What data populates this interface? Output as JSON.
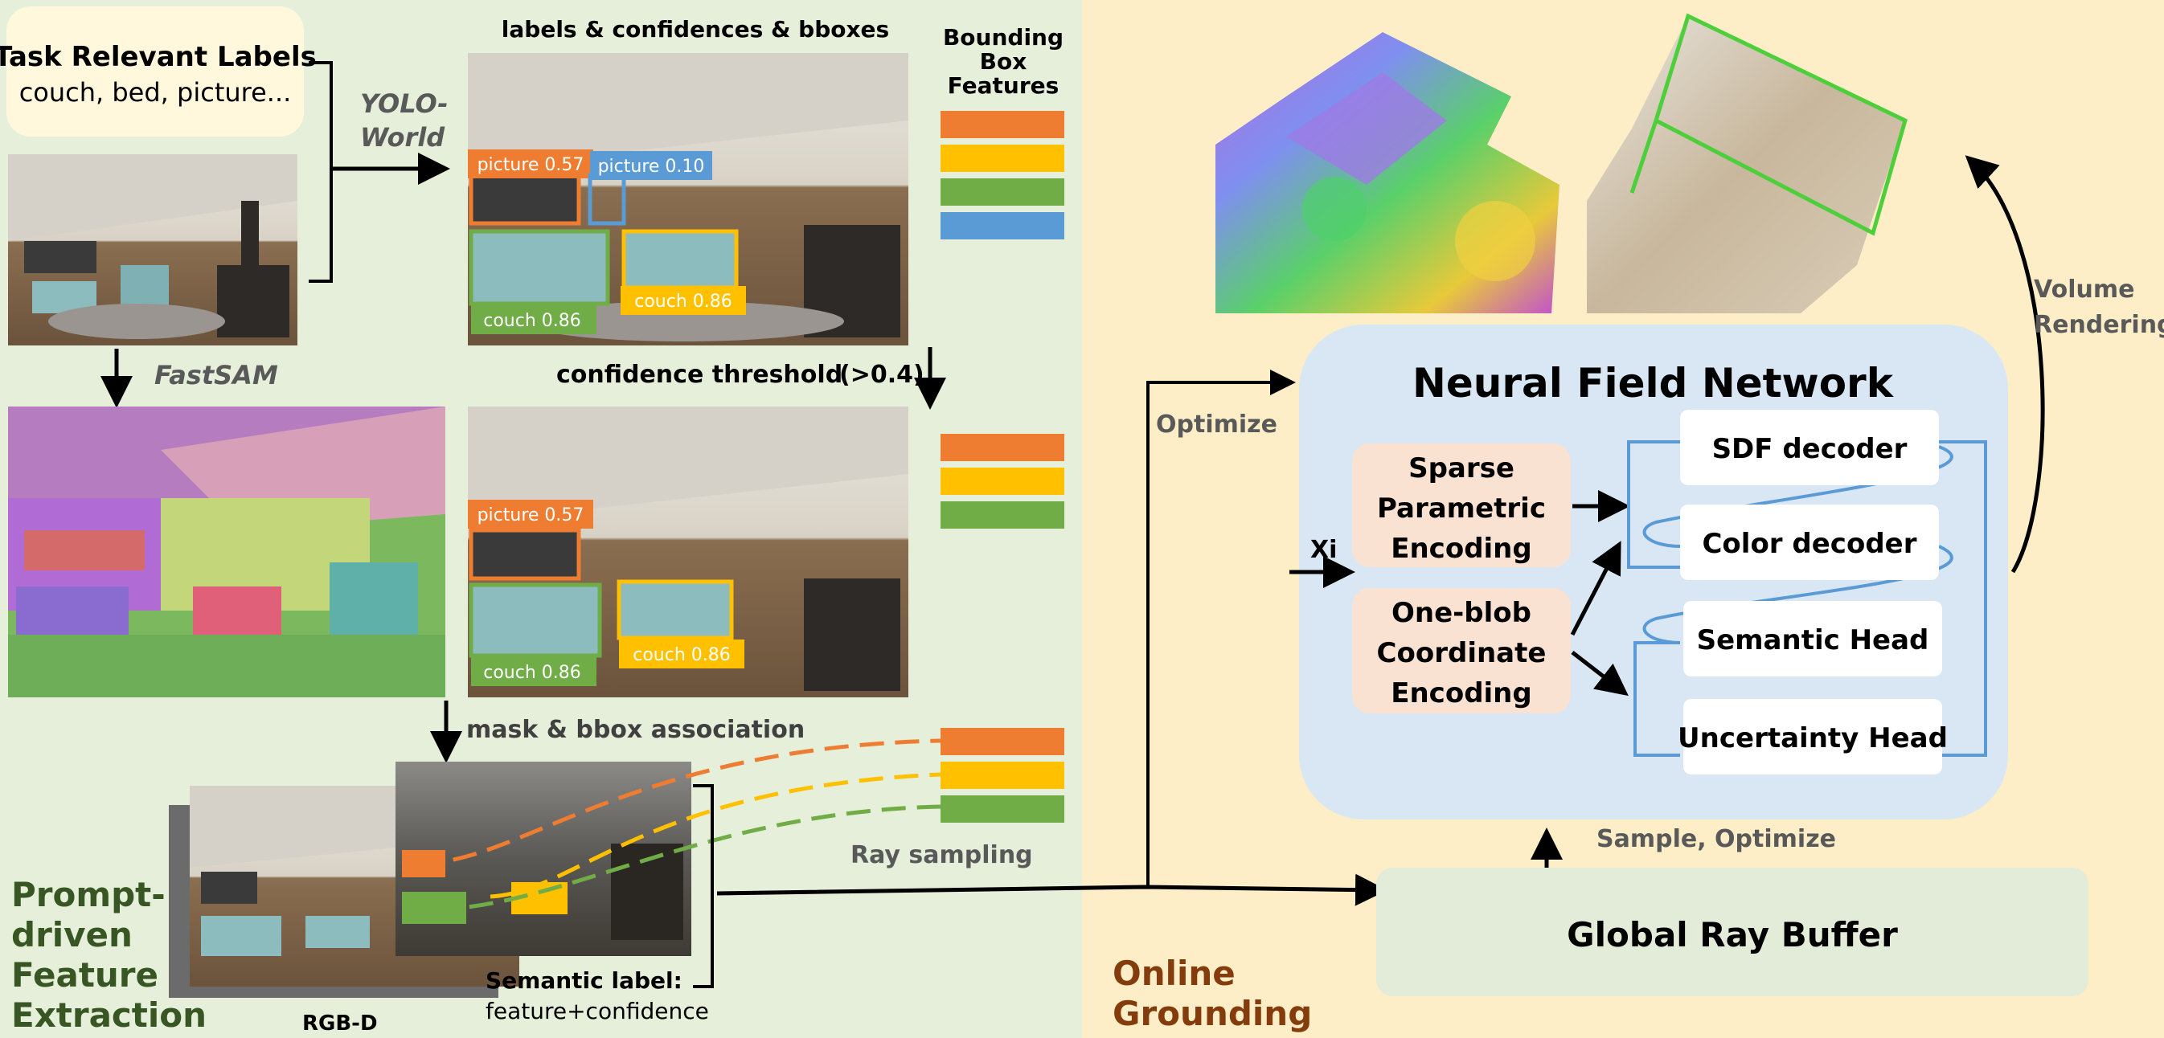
{
  "left_panel": {
    "input_labels": {
      "title": "Task Relevant Labels",
      "items": "couch, bed, picture..."
    },
    "yolo_world": [
      "YOLO-",
      "World"
    ],
    "detector_output_title": "labels & confidences & bboxes",
    "bbox_features_title": [
      "Bounding",
      "Box",
      "Features"
    ],
    "fastsam": "FastSAM",
    "confidence_threshold": "confidence threshold",
    "threshold_value": "(>0.4)",
    "detections": [
      {
        "label": "picture 0.57",
        "color": "#ef7d31"
      },
      {
        "label": "picture 0.10",
        "color": "#5b9bd5"
      },
      {
        "label": "couch 0.86",
        "color": "#70ad47"
      },
      {
        "label": "couch 0.86",
        "color": "#ffc000"
      }
    ],
    "filtered_detections": [
      {
        "label": "picture 0.57",
        "color": "#ef7d31"
      },
      {
        "label": "couch 0.86",
        "color": "#70ad47"
      },
      {
        "label": "couch 0.86",
        "color": "#ffc000"
      }
    ],
    "association": "mask & bbox association",
    "ray_sampling": "Ray sampling",
    "rgbd": "RGB-D",
    "semantic_label": [
      "Semantic label:",
      "feature+confidence"
    ],
    "section_title": [
      "Prompt-",
      "driven",
      "Feature",
      "Extraction"
    ]
  },
  "right_panel": {
    "optimize": "Optimize",
    "volume_rendering": [
      "Volume",
      "Rendering"
    ],
    "network_title": "Neural Field Network",
    "input_symbol": "Xi",
    "encodings": [
      [
        "Sparse",
        "Parametric",
        "Encoding"
      ],
      [
        "One-blob",
        "Coordinate",
        "Encoding"
      ]
    ],
    "decoders": [
      "SDF decoder",
      "Color decoder",
      "Semantic Head",
      "Uncertainty Head"
    ],
    "sample_optimize": "Sample, Optimize",
    "ray_buffer": "Global Ray Buffer",
    "section_title": [
      "Online",
      "Grounding"
    ]
  },
  "colors": {
    "orange": "#ef7d31",
    "yellow": "#ffc000",
    "green": "#70ad47",
    "blue": "#5b9bd5",
    "left_bg": "#e5efd9",
    "right_bg": "#fdeec7",
    "network_bg": "#d9e7f5",
    "encoding_bg": "#fae2d2",
    "buffer_bg": "#e3ecd8",
    "section_title_left": "#375623",
    "section_title_right": "#843c0c"
  }
}
